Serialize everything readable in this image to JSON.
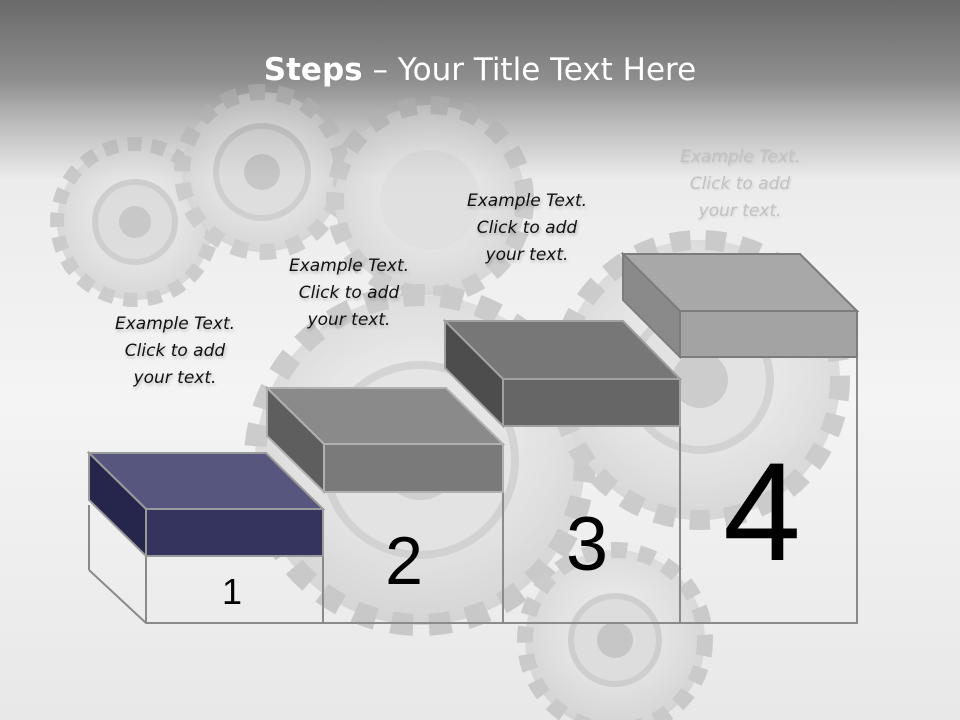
{
  "slide": {
    "title_bold": "Steps",
    "title_rest": " – Your Title Text Here"
  },
  "steps": [
    {
      "number": "1",
      "text_lines": [
        "Example Text.",
        "Click  to add",
        "your text."
      ],
      "top_color": "#56567e",
      "front_color": "#34345f"
    },
    {
      "number": "2",
      "text_lines": [
        "Example Text.",
        "Click  to add",
        "your text."
      ],
      "top_color": "#8a8a8a",
      "front_color": "#7a7a7a"
    },
    {
      "number": "3",
      "text_lines": [
        "Example Text.",
        "Click  to add",
        "your text."
      ],
      "top_color": "#777777",
      "front_color": "#666666"
    },
    {
      "number": "4",
      "text_lines": [
        "Example Text.",
        "Click  to add",
        "your text."
      ],
      "top_color": "#a8a8a8",
      "front_color": "#a3a3a3"
    }
  ],
  "background": {
    "image": "gears"
  }
}
